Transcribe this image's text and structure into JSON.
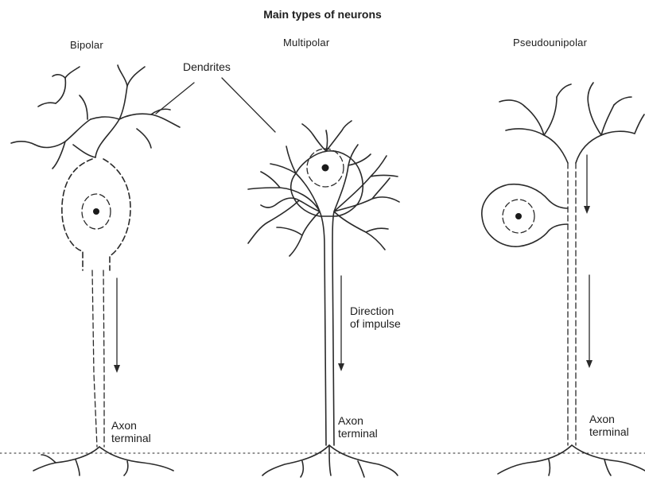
{
  "figure": {
    "title": "Main types of neurons",
    "neuron_types": [
      {
        "label": "Bipolar"
      },
      {
        "label": "Multipolar"
      },
      {
        "label": "Pseudounipolar"
      }
    ],
    "annotations": {
      "dendrites": "Dendrites",
      "direction_line1": "Direction",
      "direction_line2": "of impulse",
      "axon_line1": "Axon",
      "axon_line2": "terminal"
    }
  }
}
